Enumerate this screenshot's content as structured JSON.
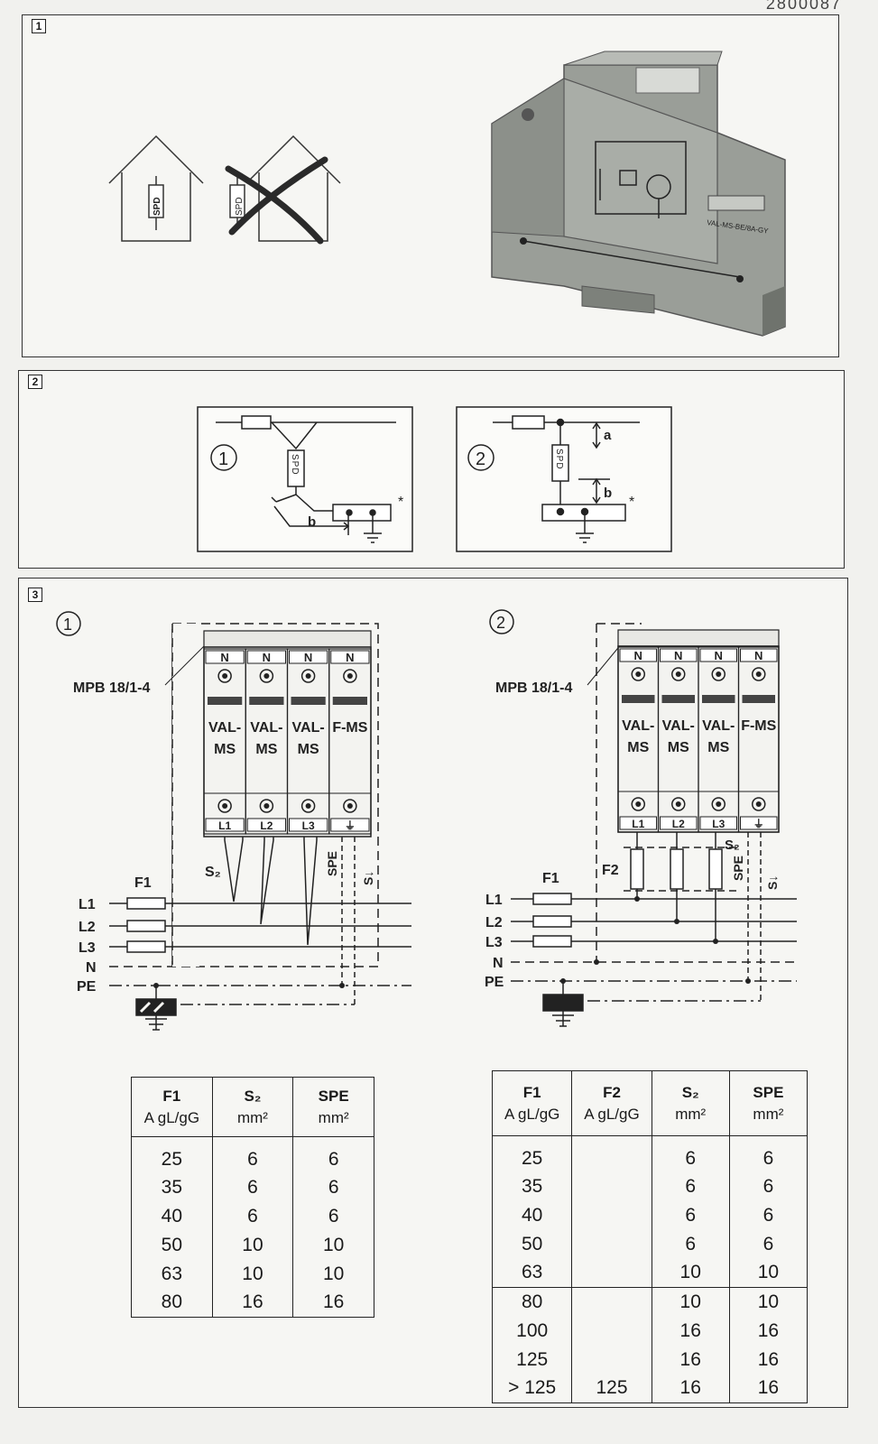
{
  "header": {
    "doc_number": "2800087"
  },
  "panel1": {
    "number": "1",
    "house_label_ok": "SPD",
    "house_label_bad": "SPD",
    "device_label": "VAL-MS-BE/8A-GY"
  },
  "panel2": {
    "number": "2",
    "diagram1": {
      "circle": "1",
      "spd": "SPD",
      "b": "b",
      "star": "*"
    },
    "diagram2": {
      "circle": "2",
      "spd": "SPD",
      "a": "a",
      "b": "b",
      "star": "*"
    }
  },
  "panel3": {
    "number": "3",
    "left": {
      "circle": "1",
      "mpb": "MPB 18/1-4",
      "modules": [
        {
          "top": "N",
          "name1": "VAL-",
          "name2": "MS",
          "bottom": "L1"
        },
        {
          "top": "N",
          "name1": "VAL-",
          "name2": "MS",
          "bottom": "L2"
        },
        {
          "top": "N",
          "name1": "VAL-",
          "name2": "MS",
          "bottom": "L3"
        },
        {
          "top": "N",
          "name1": "F-MS",
          "name2": "",
          "bottom": "⏚"
        }
      ],
      "labels": {
        "f1": "F1",
        "s2": "S₂",
        "spe": "SPE",
        "s1": "S↓",
        "l1": "L1",
        "l2": "L2",
        "l3": "L3",
        "n": "N",
        "pe": "PE"
      }
    },
    "right": {
      "circle": "2",
      "mpb": "MPB 18/1-4",
      "modules": [
        {
          "top": "N",
          "name1": "VAL-",
          "name2": "MS",
          "bottom": "L1"
        },
        {
          "top": "N",
          "name1": "VAL-",
          "name2": "MS",
          "bottom": "L2"
        },
        {
          "top": "N",
          "name1": "VAL-",
          "name2": "MS",
          "bottom": "L3"
        },
        {
          "top": "N",
          "name1": "F-MS",
          "name2": "",
          "bottom": "⏚"
        }
      ],
      "labels": {
        "f1": "F1",
        "f2": "F2",
        "s2": "S₂",
        "spe": "SPE",
        "s1": "S↓",
        "l1": "L1",
        "l2": "L2",
        "l3": "L3",
        "n": "N",
        "pe": "PE"
      }
    }
  },
  "table1": {
    "headers": [
      {
        "title": "F1",
        "unit": "A gL/gG"
      },
      {
        "title": "S₂",
        "unit": "mm²"
      },
      {
        "title": "SPE",
        "unit": "mm²"
      }
    ],
    "rows": [
      [
        "25",
        "6",
        "6"
      ],
      [
        "35",
        "6",
        "6"
      ],
      [
        "40",
        "6",
        "6"
      ],
      [
        "50",
        "10",
        "10"
      ],
      [
        "63",
        "10",
        "10"
      ],
      [
        "80",
        "16",
        "16"
      ]
    ]
  },
  "table2": {
    "headers": [
      {
        "title": "F1",
        "unit": "A gL/gG"
      },
      {
        "title": "F2",
        "unit": "A gL/gG"
      },
      {
        "title": "S₂",
        "unit": "mm²"
      },
      {
        "title": "SPE",
        "unit": "mm²"
      }
    ],
    "rows": [
      [
        "25",
        "",
        "6",
        "6"
      ],
      [
        "35",
        "",
        "6",
        "6"
      ],
      [
        "40",
        "",
        "6",
        "6"
      ],
      [
        "50",
        "",
        "6",
        "6"
      ],
      [
        "63",
        "",
        "10",
        "10"
      ],
      [
        "80",
        "",
        "10",
        "10"
      ],
      [
        "100",
        "",
        "16",
        "16"
      ],
      [
        "125",
        "",
        "16",
        "16"
      ],
      [
        "> 125",
        "125",
        "16",
        "16"
      ]
    ]
  }
}
